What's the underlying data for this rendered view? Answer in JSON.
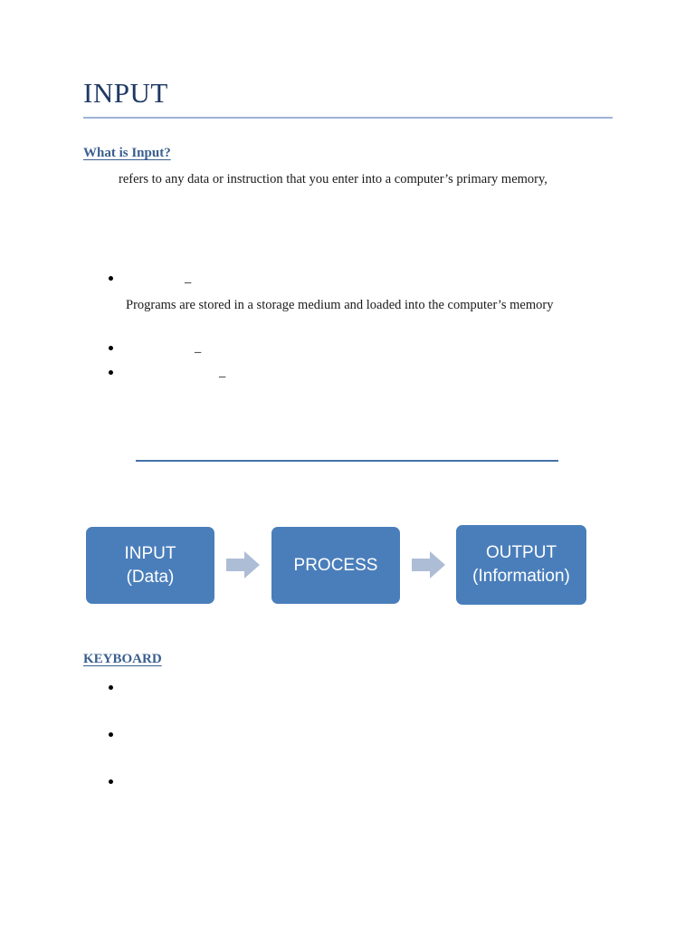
{
  "document": {
    "title": "INPUT",
    "sections": [
      {
        "heading": "What is Input?",
        "paragraphs": [
          "refers to any data or instruction that you enter into a computer’s primary memory,"
        ],
        "dash_items": [
          {
            "label": "",
            "dash": "–",
            "note": "Programs are stored in a storage medium and loaded into the computer’s memory"
          },
          {
            "label": "",
            "dash": "–",
            "note": ""
          },
          {
            "label": "",
            "dash": "–",
            "note": ""
          }
        ]
      },
      {
        "heading": "KEYBOARD",
        "paragraphs": [],
        "bullets": [
          "",
          "",
          ""
        ]
      }
    ]
  },
  "diagram": {
    "name": "input-process-output-flow",
    "boxes": [
      {
        "line1": "INPUT",
        "line2": "(Data)"
      },
      {
        "line1": "PROCESS",
        "line2": ""
      },
      {
        "line1": "OUTPUT",
        "line2": "(Information)"
      }
    ],
    "arrows": [
      "arrow-right",
      "arrow-right"
    ]
  },
  "colors": {
    "title": "#1F3864",
    "heading": "#3A5F8F",
    "title_rule": "#9DB3D6",
    "section_rule": "#4472A8",
    "box_fill": "#4A7EBB",
    "box_text": "#FFFFFF",
    "arrow_fill": "#AEBDD6",
    "body_text": "#1A1A1A",
    "page_background": "#FFFFFF"
  }
}
